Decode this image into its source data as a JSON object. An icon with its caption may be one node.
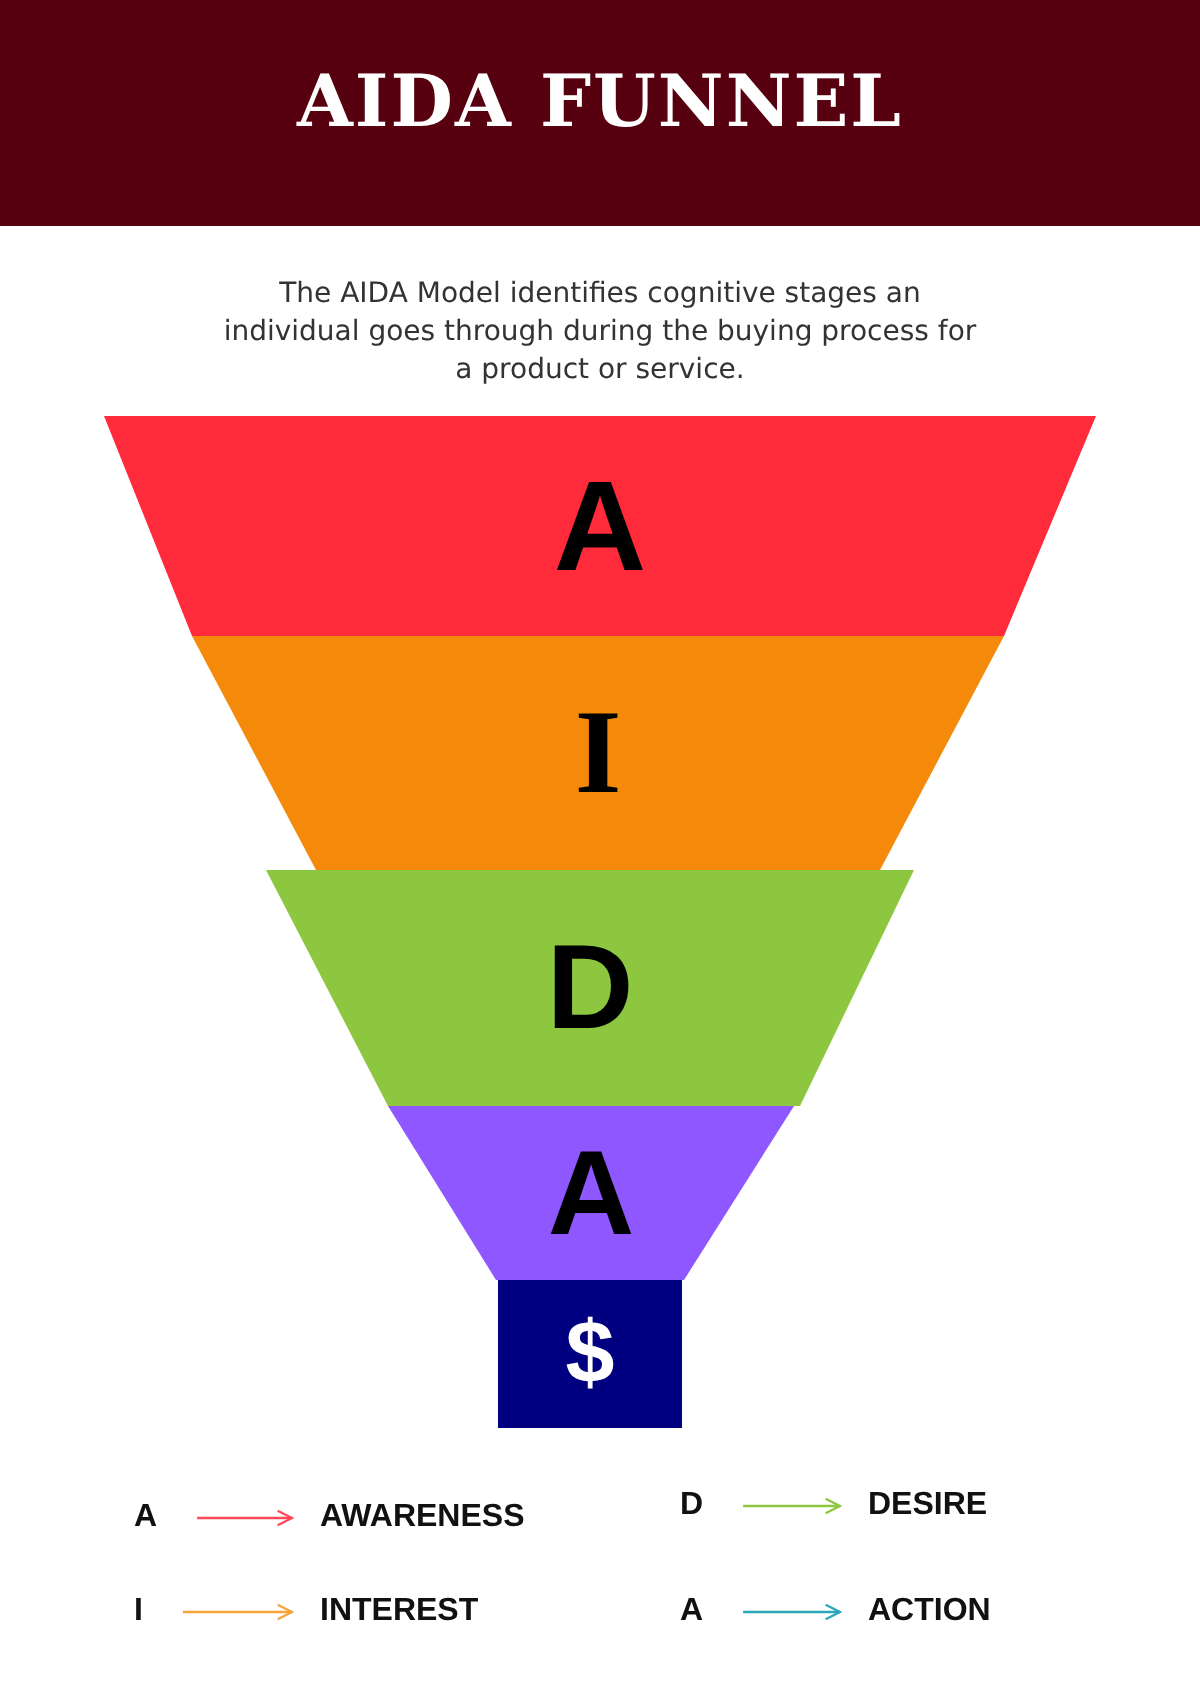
{
  "diagram": {
    "title": "AIDA FUNNEL",
    "nodes": [
      {
        "text": [
          "A"
        ]
      },
      {
        "text": [
          "I"
        ]
      },
      {
        "text": [
          "D"
        ]
      },
      {
        "text": [
          "A"
        ]
      },
      {
        "text": [
          "$"
        ]
      },
      {
        "text": [
          "A"
        ]
      },
      {
        "text": [
          "AWARENESS"
        ]
      },
      {
        "text": [
          "I"
        ]
      },
      {
        "text": [
          "INTEREST"
        ]
      },
      {
        "text": [
          "D"
        ]
      },
      {
        "text": [
          "DESIRE"
        ]
      },
      {
        "text": [
          "A"
        ]
      },
      {
        "text": [
          "ACTION"
        ]
      }
    ],
    "edges": [
      {
        "from": 5,
        "to": 6,
        "arrow": "to",
        "color": "#ff4a5a"
      },
      {
        "from": 7,
        "to": 8,
        "arrow": "to",
        "color": "#f7a43a"
      },
      {
        "from": 9,
        "to": 10,
        "arrow": "to",
        "color": "#8dc63f"
      },
      {
        "from": 11,
        "to": 12,
        "arrow": "to",
        "color": "#2aa7b8"
      }
    ],
    "labels": [
      "The AIDA Model identifies cognitive stages an individual goes through during the buying process for a product or service."
    ]
  }
}
